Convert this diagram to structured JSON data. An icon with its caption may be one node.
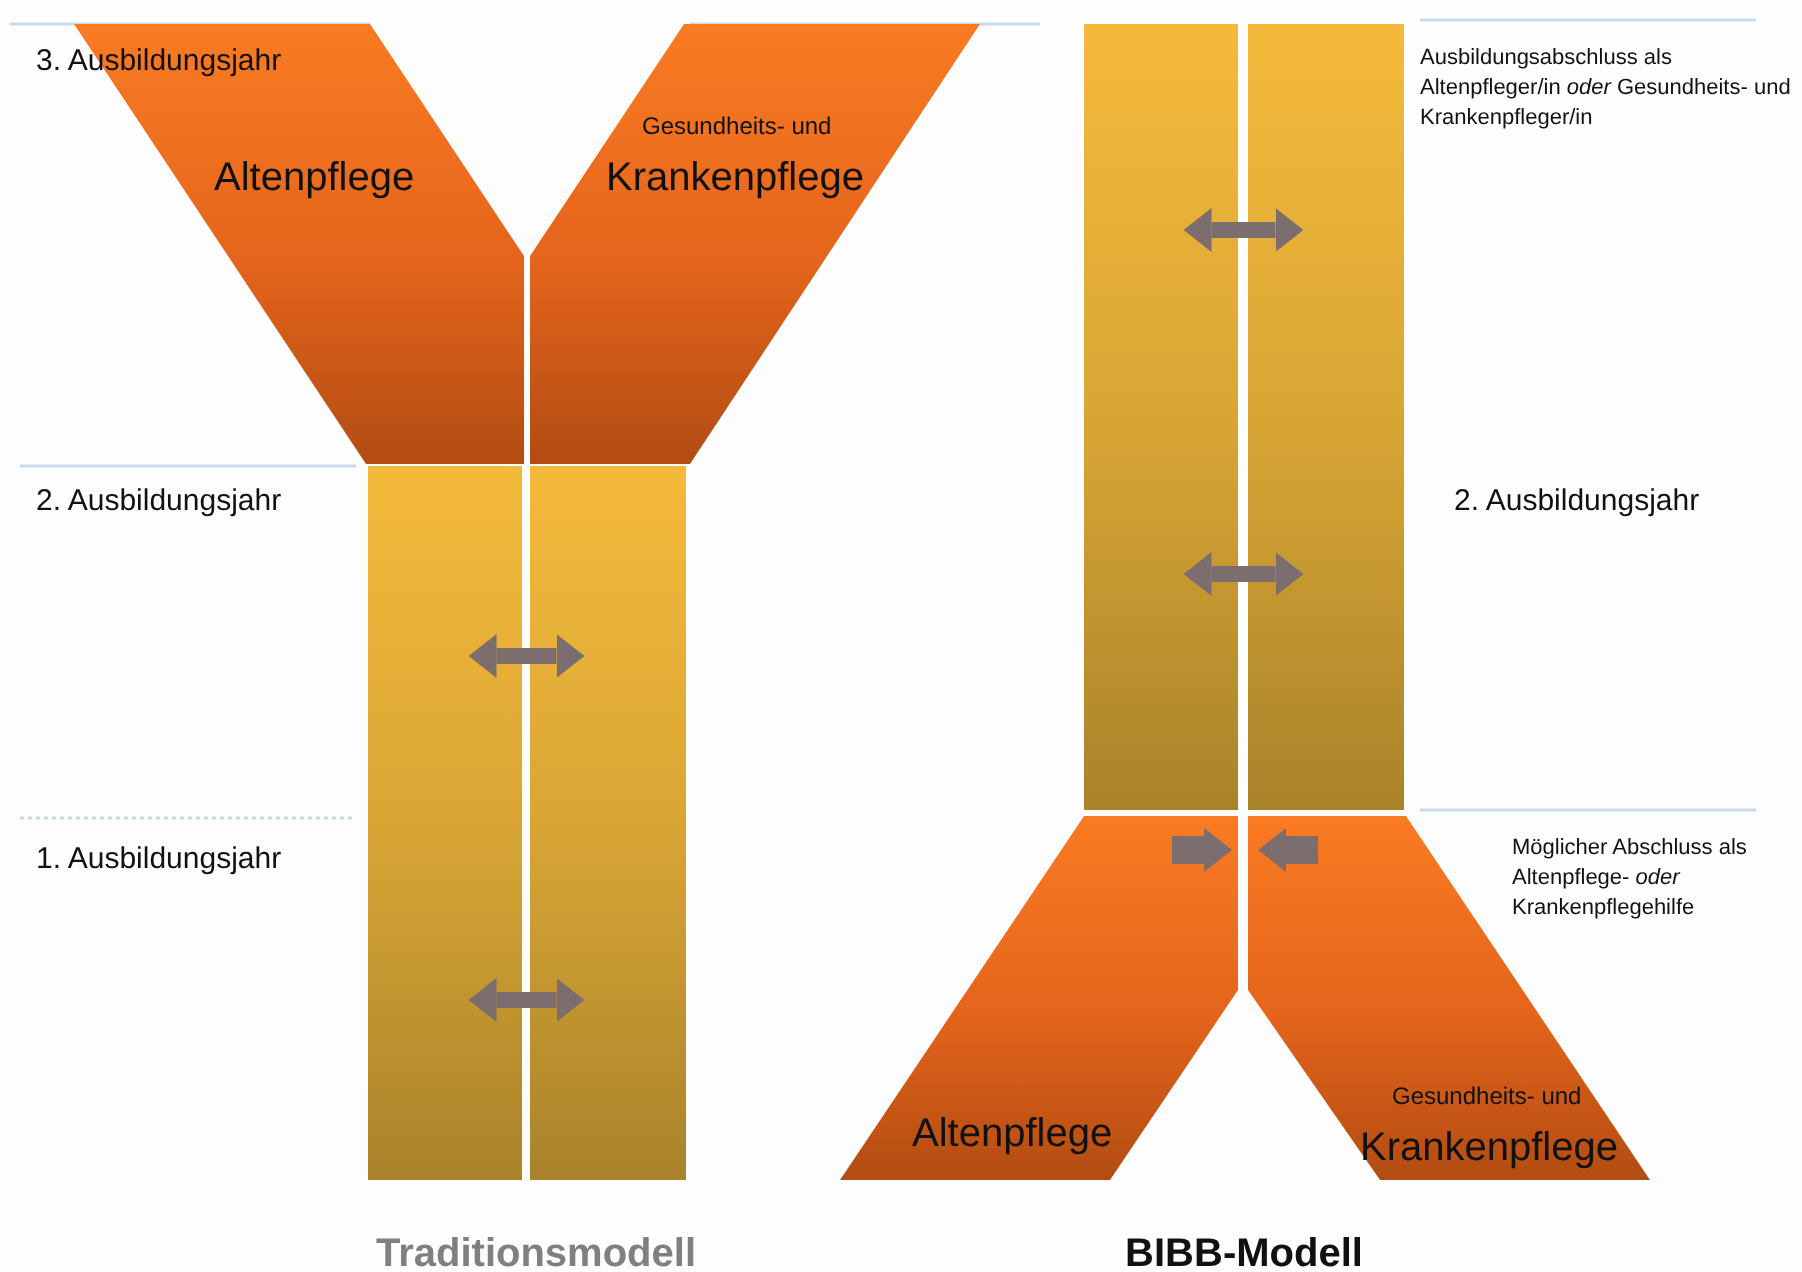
{
  "diagram": {
    "nodes": [
      {
        "text": [
          "Altenpflege"
        ]
      },
      {
        "text": [
          "Gesundheits- und",
          "Krankenpflege"
        ]
      },
      {
        "text": [],
        "shape": "bar"
      },
      {
        "text": [],
        "shape": "bar"
      },
      {
        "text": [],
        "shape": "bar"
      },
      {
        "text": [],
        "shape": "bar"
      },
      {
        "text": [
          "Altenpflege"
        ]
      },
      {
        "text": [
          "Gesundheits- und",
          "Krankenpflege"
        ]
      }
    ],
    "edges": [
      {
        "from": 4,
        "to": 5,
        "arrow": "both"
      },
      {
        "from": 4,
        "to": 5,
        "arrow": "both"
      },
      {
        "from": 2,
        "to": 3,
        "arrow": "both"
      },
      {
        "from": 2,
        "to": 3,
        "arrow": "both"
      },
      {
        "from": 6,
        "to": 7,
        "arrow": "to"
      },
      {
        "from": 7,
        "to": 6,
        "arrow": "to"
      }
    ],
    "labels": [
      "3. Ausbildungsjahr",
      "Ausbildungsabschluss als Altenpfleger/in *oder* Gesundheits- und Krankenpfleger/in",
      "2. Ausbildungsjahr",
      "2. Ausbildungsjahr",
      "1. Ausbildungsjahr",
      "Möglicher Abschluss als Altenpflege- *oder* Krankenpflegehilfe",
      "Traditionsmodell",
      "BIBB-Modell"
    ]
  }
}
